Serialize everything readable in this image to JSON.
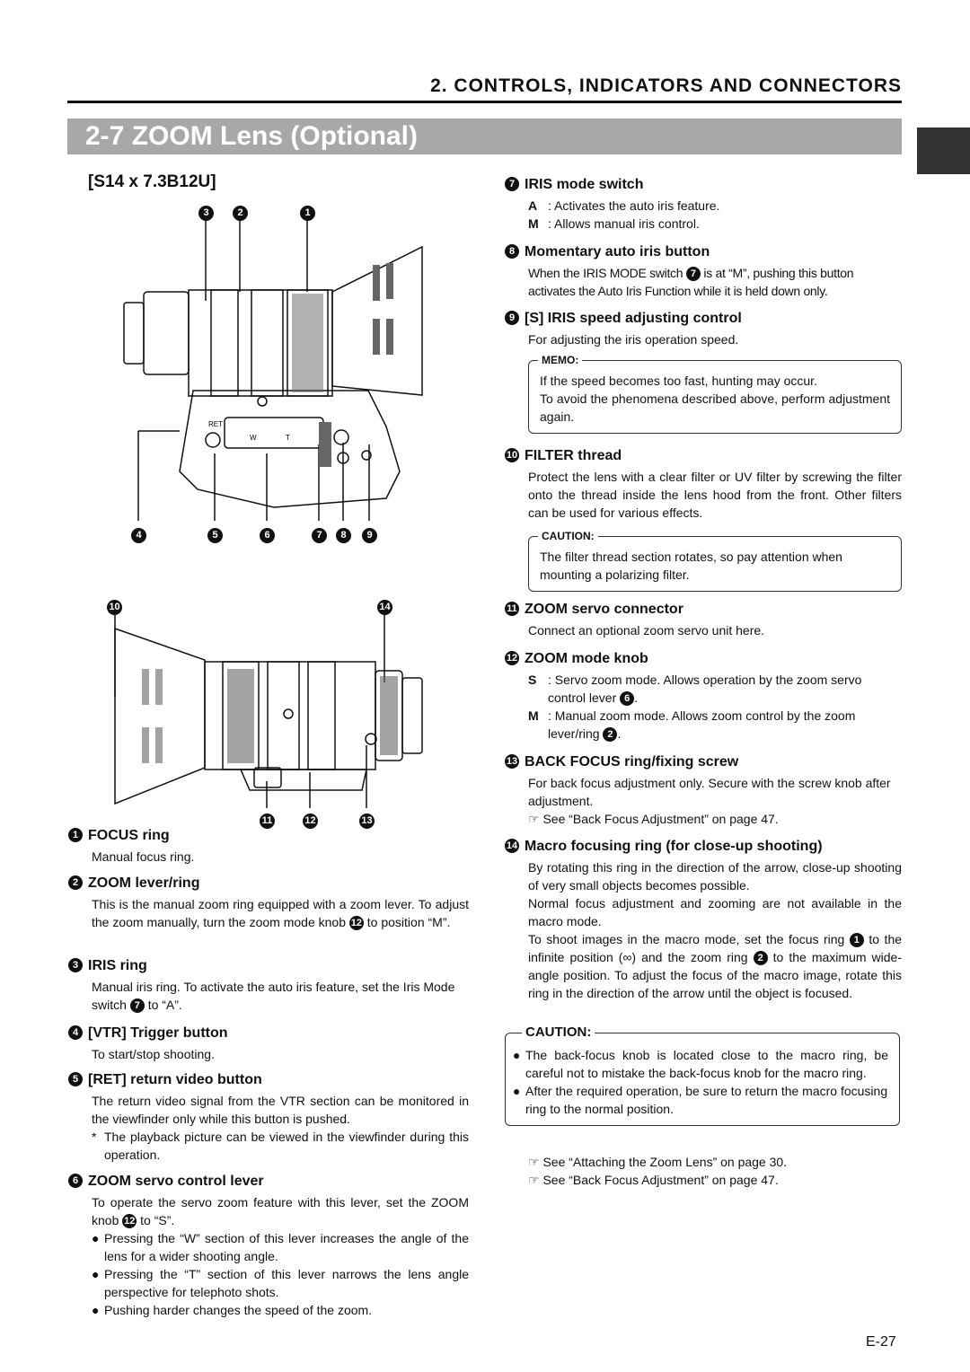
{
  "header": {
    "chapter": "2. CONTROLS, INDICATORS AND CONNECTORS",
    "section_title": "2-7 ZOOM Lens (Optional)"
  },
  "model": "[S14 x 7.3B12U]",
  "callouts": {
    "top_upper": [
      "3",
      "2",
      "1"
    ],
    "top_lower": [
      "4",
      "5",
      "6",
      "7",
      "8",
      "9"
    ],
    "bottom_upper": [
      "10",
      "14"
    ],
    "bottom_lower": [
      "11",
      "12",
      "13"
    ]
  },
  "diagram_labels": {
    "ret": "RET",
    "w": "W",
    "t": "T"
  },
  "items": {
    "i1": {
      "num": "1",
      "title": "FOCUS ring",
      "text": "Manual focus ring."
    },
    "i2": {
      "num": "2",
      "title": "ZOOM lever/ring",
      "text1": "This is the manual zoom ring equipped with a zoom lever. To adjust the zoom manually, turn the zoom mode knob",
      "ref": "12",
      "text2": "to position “M”."
    },
    "i3": {
      "num": "3",
      "title": "IRIS ring",
      "text1": "Manual iris ring. To activate the auto iris feature, set the Iris Mode switch",
      "ref": "7",
      "text2": "to “A”."
    },
    "i4": {
      "num": "4",
      "title": "[VTR] Trigger button",
      "text": "To start/stop shooting."
    },
    "i5": {
      "num": "5",
      "title": "[RET] return video button",
      "text": "The return video signal from the VTR section can be monitored in the viewfinder only while this button is pushed.",
      "note_mark": "*",
      "note": "The playback picture can be viewed in the viewfinder during this operation."
    },
    "i6": {
      "num": "6",
      "title": "ZOOM servo control lever",
      "text1": "To operate the servo zoom feature with this lever, set the ZOOM knob",
      "ref": "12",
      "text2": "to “S”.",
      "bullets": [
        "Pressing the “W” section of this lever increases the angle of the lens for a wider shooting angle.",
        "Pressing the “T” section of this lever narrows the lens angle perspective for telephoto shots.",
        "Pushing harder changes the speed of the zoom."
      ]
    },
    "i7": {
      "num": "7",
      "title": "IRIS mode switch",
      "a_key": "A",
      "a_text": ": Activates the auto iris feature.",
      "m_key": "M",
      "m_text": ": Allows manual iris control."
    },
    "i8": {
      "num": "8",
      "title": "Momentary auto iris button",
      "text1": "When the IRIS MODE switch",
      "ref": "7",
      "text2": "is at “M”, pushing this button activates the Auto Iris Function while it is held down only."
    },
    "i9": {
      "num": "9",
      "title": "[S] IRIS speed adjusting control",
      "text": "For adjusting the iris operation speed.",
      "memo_tag": "MEMO:",
      "memo_lines": [
        "If the speed becomes too fast, hunting may occur.",
        "To avoid the phenomena described above, perform adjustment again."
      ]
    },
    "i10": {
      "num": "10",
      "title": "FILTER thread",
      "text": "Protect the lens with a clear filter or UV filter by screwing the filter onto the thread inside the lens hood from the front. Other filters can be used for various effects.",
      "caution_tag": "CAUTION:",
      "caution_text": "The filter thread section rotates, so pay attention when mounting a polarizing filter."
    },
    "i11": {
      "num": "11",
      "title": "ZOOM servo connector",
      "text": "Connect an optional zoom servo unit here."
    },
    "i12": {
      "num": "12",
      "title": "ZOOM mode knob",
      "s_key": "S",
      "s_text": ": Servo zoom mode. Allows operation by the zoom servo control lever",
      "s_ref": "6",
      "m_key": "M",
      "m_text": ": Manual zoom mode. Allows zoom control by the zoom lever/ring",
      "m_ref": "2"
    },
    "i13": {
      "num": "13",
      "title": "BACK FOCUS ring/fixing screw",
      "text": "For back focus adjustment only. Secure with the screw knob after adjustment.",
      "ref_symbol": "☞",
      "ref_text": "See “Back Focus Adjustment” on page 47."
    },
    "i14": {
      "num": "14",
      "title": "Macro focusing ring (for close-up shooting)",
      "p1": "By rotating this ring in the direction of the arrow, close-up shooting of very small objects becomes possible.",
      "p2": "Normal focus adjustment and zooming are not available in the macro mode.",
      "p3a": "To shoot images in the macro mode, set the focus ring",
      "p3r1": "1",
      "p3b": "to the infinite position (∞) and the zoom ring",
      "p3r2": "2",
      "p3c": "to the maximum wide-angle position. To adjust the focus of the macro image, rotate this ring in the direction of the arrow until the object is focused."
    }
  },
  "caution_macro": {
    "tag": "CAUTION:",
    "bullets": [
      "The back-focus knob is located close to the macro ring, be careful not to mistake the back-focus knob for the macro ring.",
      "After the required operation, be sure to return the macro focusing ring to the normal position."
    ]
  },
  "references": [
    {
      "symbol": "☞",
      "text": "See “Attaching the Zoom Lens” on page 30."
    },
    {
      "symbol": "☞",
      "text": "See “Back Focus Adjustment” on page 47."
    }
  ],
  "page_number": "E-27"
}
